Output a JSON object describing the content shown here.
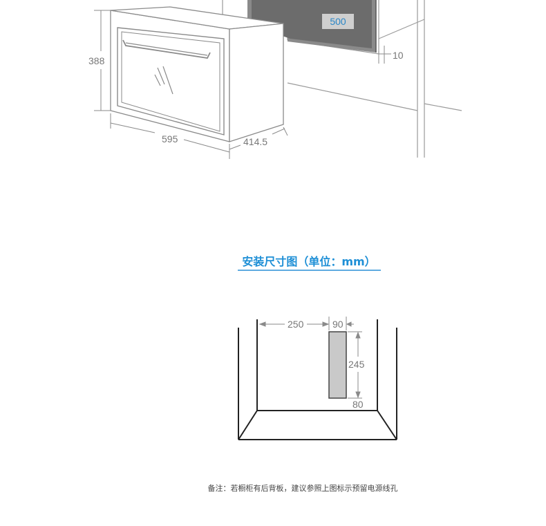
{
  "top_figure": {
    "height_label": "388",
    "width_label": "595",
    "depth_label": "414.5",
    "niche_depth_label": "500",
    "gap_label": "10"
  },
  "section_title": "安装尺寸图（单位：mm）",
  "install_figure": {
    "offset_label": "250",
    "hole_width_label": "90",
    "hole_height_label": "245",
    "hole_bottom_label": "80"
  },
  "note": "备注：若橱柜有后背板，建议参照上图标示预留电源线孔",
  "colors": {
    "title_blue": "#1e8fd6",
    "label_blue": "#2a86c6",
    "hole_fill": "#c9c9c9"
  }
}
